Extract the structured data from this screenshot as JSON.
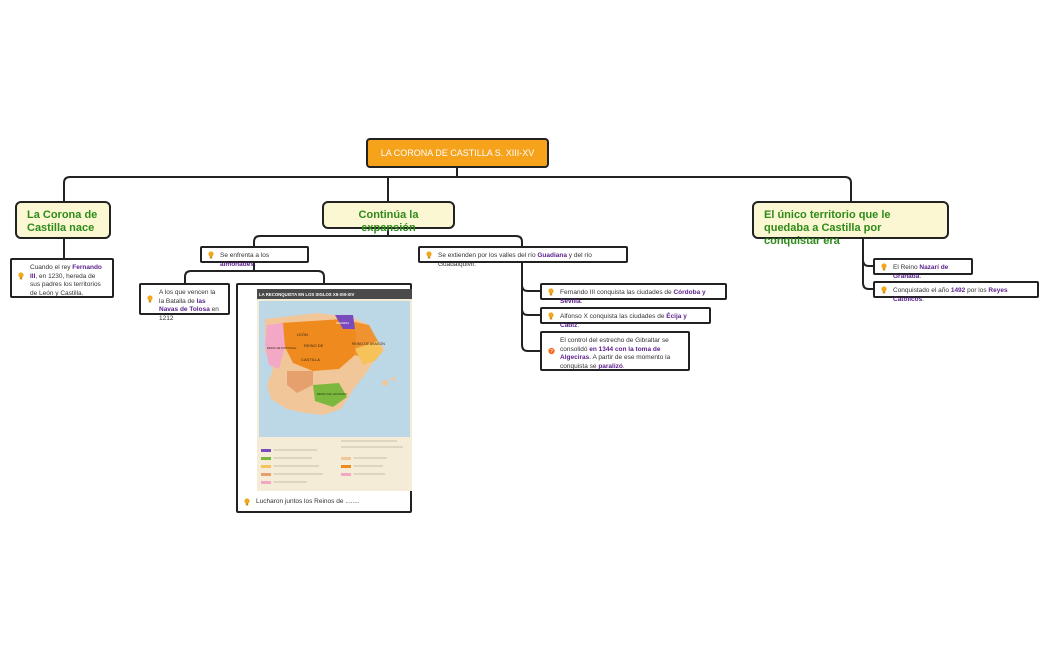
{
  "root": {
    "title": "LA CORONA DE CASTILLA S. XIII-XV"
  },
  "branches": {
    "corona_nace": "La Corona de Castilla nace",
    "continua": "Continúa la expansión",
    "unico": "El único territorio que le quedaba a Castilla por conquistar era"
  },
  "leaf_nace": {
    "t1": "Cuando el rey ",
    "h1": "Fernando III",
    "t2": ", en 1230, hereda de sus padres los territorios de León y Castilla."
  },
  "leaf_almohades": {
    "t1": "Se enfrenta a los ",
    "h1": "almohades",
    "t2": "."
  },
  "leaf_navas": {
    "t1": "A los que vencen la la Batalla de ",
    "h1": "las Navas de Tolosa",
    "t2": " en 1212"
  },
  "leaf_valles": {
    "t1": "Se extienden por los valles del río ",
    "h1": "Guadiana",
    "t2": " y del río Guadalquivir."
  },
  "leaf_cordoba": {
    "t1": "Fernando III conquista las ciudades de ",
    "h1": "Córdoba y Sevilla",
    "t2": "."
  },
  "leaf_ecija": {
    "t1": "Alfonso X conquista las ciudades de ",
    "h1": "Écija y Cádiz",
    "t2": "."
  },
  "leaf_gibraltar": {
    "t1": "El control del estrecho de Gibraltar se consolidó ",
    "h1": "en 1344 con la toma de Algeciras",
    "t2": ". A partir de ese momento la conquista se ",
    "h2": "paralizó",
    "t3": "."
  },
  "leaf_nazari": {
    "t1": "El Reino ",
    "h1": "Nazarí de Granada",
    "t2": "."
  },
  "leaf_reyes": {
    "t1": "Conquistado el año ",
    "h1": "1492",
    "t2": " por los ",
    "h2": "Reyes Católicos",
    "t3": "."
  },
  "map": {
    "title": "LA RECONQUISTA EN LOS SIGLOS XII-XIII-XIV",
    "label_leon": "LEÓN",
    "label_reino_de": "REINO DE",
    "label_castilla": "CASTILLA",
    "label_aragon": "REINO DE ARAGÓN",
    "label_navarra": "NAVARRA",
    "label_portugal": "REINO DE PORTUGAL",
    "label_granada": "REINO DE GRANADA",
    "caption": "Lucharon juntos los Reinos de ........"
  },
  "colors": {
    "root_bg": "#f7a21b",
    "branch_bg": "#fbf7d2",
    "branch_text": "#2e8b1a",
    "highlight": "#5a1f8c",
    "bulb": "#f2a81d",
    "bulb_alert": "#f26a1d"
  }
}
